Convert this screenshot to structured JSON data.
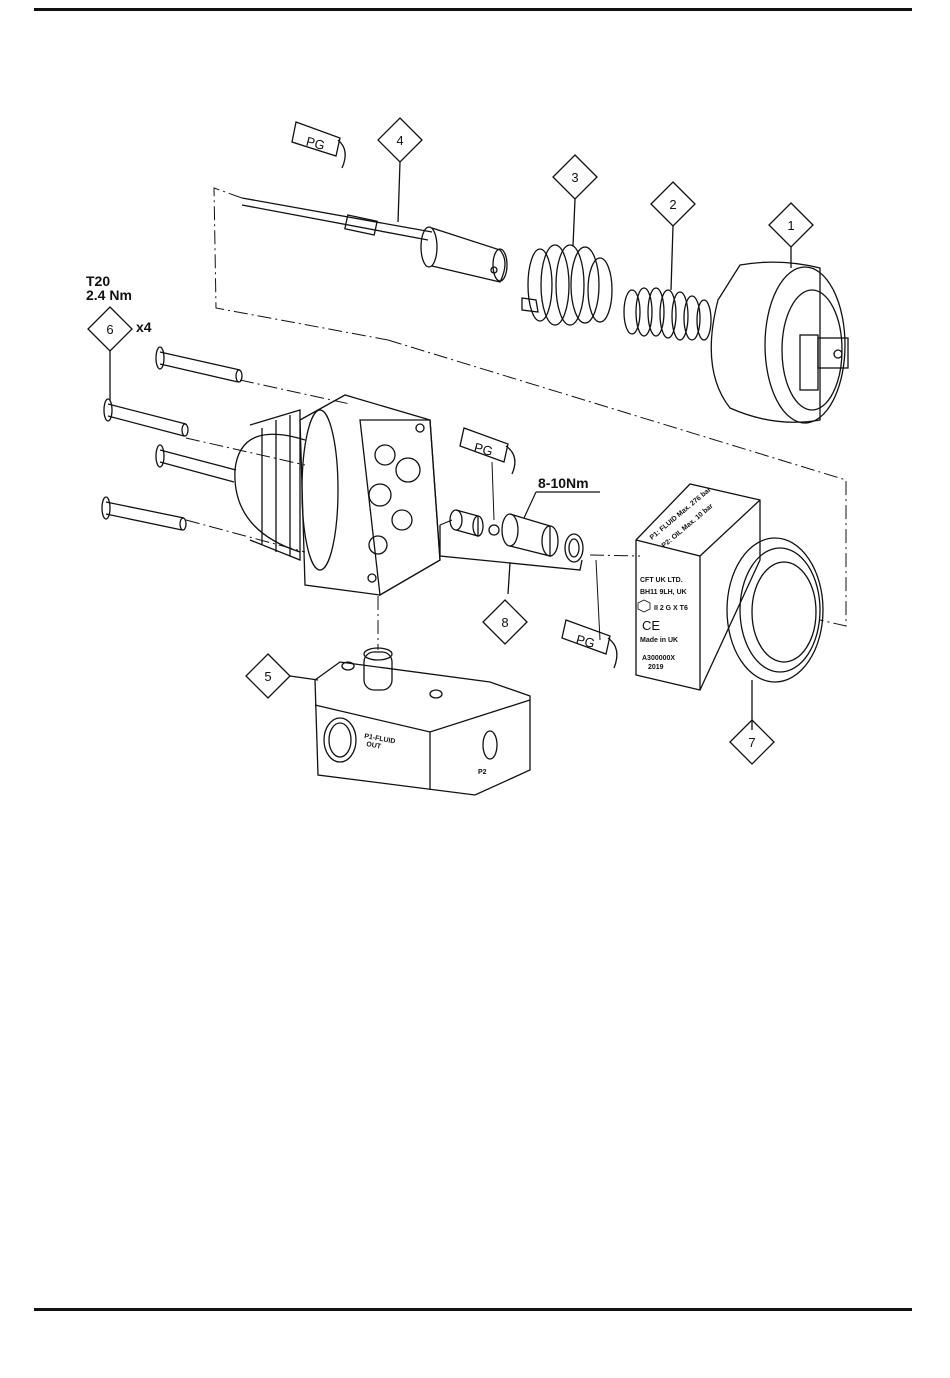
{
  "callouts": {
    "c1": "1",
    "c2": "2",
    "c3": "3",
    "c4": "4",
    "c5": "5",
    "c6": "6",
    "c7": "7",
    "c8": "8"
  },
  "grease_tubes": {
    "label": "PG"
  },
  "screws": {
    "driver": "T20",
    "torque": "2.4 Nm",
    "quantity": "x4"
  },
  "valve_torque": "8-10Nm",
  "body_markings": {
    "line1": "CFT UK LTD.",
    "line2": "BH11 9LH, UK",
    "atex": "II 2 G X T6",
    "ce": "CE",
    "origin": "Made in UK",
    "serial": "A300000X",
    "year": "2019",
    "top_line1": "P1: FLUID Max. 276 bar",
    "top_line2": "P2: OIL Max. 10 bar"
  },
  "block_markings": {
    "line1": "P1-FLUID",
    "line2": "OUT",
    "side": "P2"
  }
}
